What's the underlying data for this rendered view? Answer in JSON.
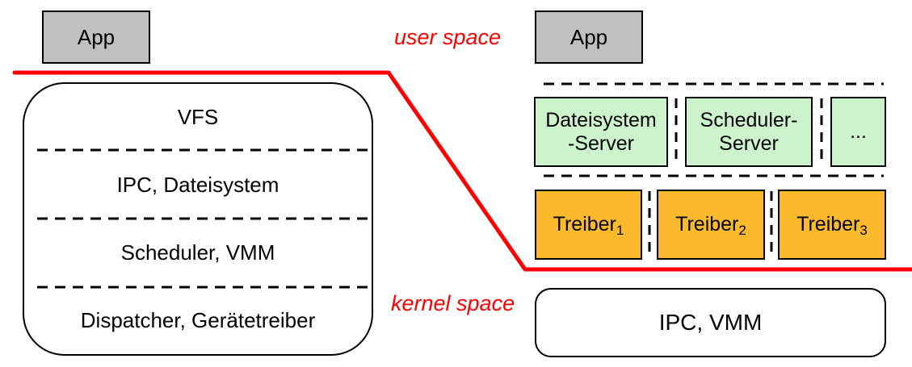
{
  "boundary": {
    "user_space_label": "user space",
    "kernel_space_label": "kernel space"
  },
  "monolithic": {
    "app_label": "App",
    "kernel_layers": [
      "VFS",
      "IPC, Dateisystem",
      "Scheduler, VMM",
      "Dispatcher, Gerätetreiber"
    ]
  },
  "microkernel": {
    "app_label": "App",
    "server_boxes": [
      "Dateisystem\n-Server",
      "Scheduler-\nServer",
      "..."
    ],
    "driver_boxes": [
      {
        "name": "Treiber",
        "sub": "1"
      },
      {
        "name": "Treiber",
        "sub": "2"
      },
      {
        "name": "Treiber",
        "sub": "3"
      }
    ],
    "kernel_box_label": "IPC, VMM"
  },
  "colors": {
    "boundary_red": "#ff0000",
    "app_gray": "#c0c0c0",
    "server_green": "#cdf3cd",
    "driver_orange": "#fbba2e",
    "line_black": "#000000"
  }
}
